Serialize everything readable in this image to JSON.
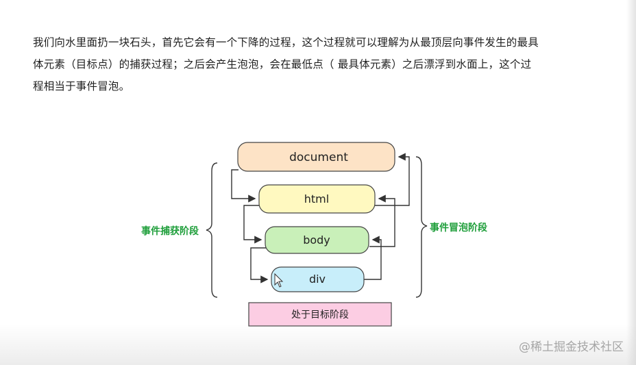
{
  "paragraph": {
    "line1": "我们向水里面扔一块石头，首先它会有一个下降的过程，这个过程就可以理解为从最顶层向事件发生的最具",
    "line2": "体元素（目标点）的捕获过程；之后会产生泡泡，会在最低点（ 最具体元素）之后漂浮到水面上，这个过",
    "line3": "程相当于事件冒泡。"
  },
  "diagram": {
    "nodes": {
      "document": "document",
      "html": "html",
      "body": "body",
      "div": "div"
    },
    "capture_label": "事件捕获阶段",
    "bubble_label": "事件冒泡阶段",
    "target_label": "处于目标阶段",
    "colors": {
      "document": "#fde3c6",
      "html": "#fff9c0",
      "body": "#c9f0b9",
      "div": "#c8eefa",
      "target": "#fccde3",
      "side_label": "#1e9e3a"
    }
  },
  "watermark": "@稀土掘金技术社区"
}
